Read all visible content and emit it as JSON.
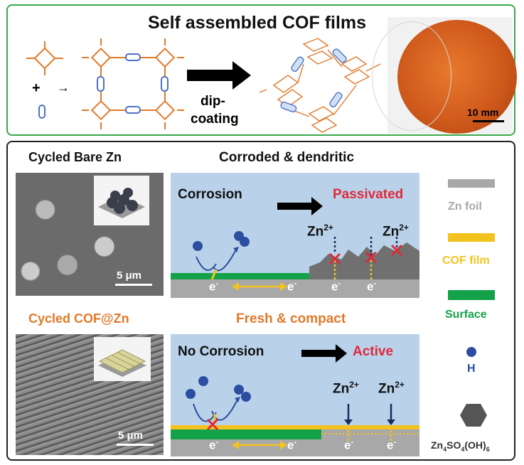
{
  "top": {
    "title": "Self assembled COF films",
    "plus": "+",
    "arrow_small": "→",
    "process_line1": "dip-",
    "process_line2": "coating",
    "scale_bar": "10 mm"
  },
  "bare": {
    "heading": "Cycled Bare Zn",
    "state": "Corroded & dendritic",
    "scale_bar": "5 μm",
    "left_label": "Corrosion",
    "right_label": "Passivated",
    "zn_ion": "Zn",
    "charge": "2+",
    "electron": "e",
    "electron_sign": "-"
  },
  "cof": {
    "heading": "Cycled COF@Zn",
    "state": "Fresh & compact",
    "scale_bar": "5 μm",
    "left_label": "No Corrosion",
    "right_label": "Active",
    "zn_ion": "Zn",
    "charge": "2+",
    "electron": "e",
    "electron_sign": "-"
  },
  "legend": {
    "zn_foil": "Zn foil",
    "cof_film": "COF film",
    "surface": "Surface",
    "h": "H",
    "product_a": "Zn",
    "product_sub1": "4",
    "product_b": "SO",
    "product_sub2": "4",
    "product_c": "(OH)",
    "product_sub3": "6"
  },
  "colors": {
    "green_border": "#3aa84a",
    "orange_text": "#e07a2b",
    "red_text": "#e0293a",
    "yellow": "#f4c21f",
    "green": "#13a24a",
    "gray": "#a8a8a8",
    "blue_sphere": "#2c4ea0"
  }
}
